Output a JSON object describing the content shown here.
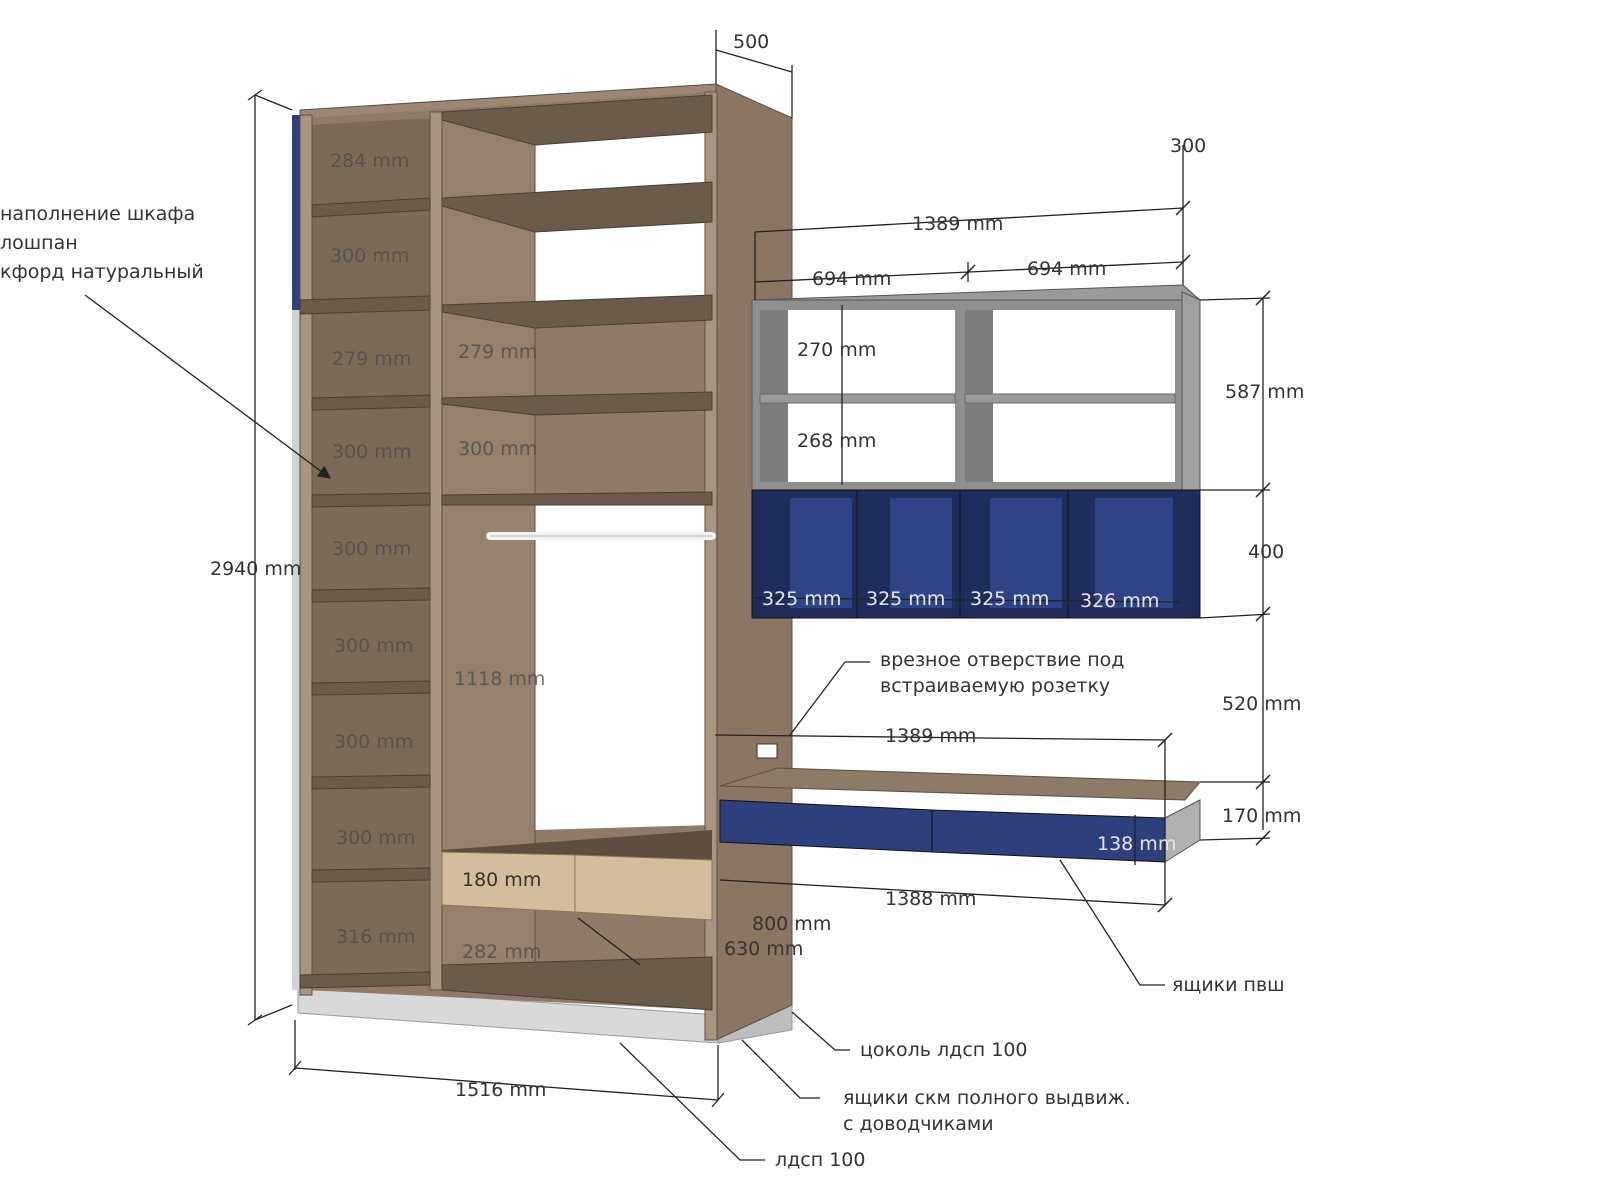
{
  "notes": {
    "fill_lines": [
      "наполнение шкафа",
      "лошпан",
      "кфорд натуральный"
    ],
    "socket_lines": [
      "врезное отверствие под",
      "встраиваемую розетку"
    ],
    "drawers_pvsh": "ящики пвш",
    "plinth": "цоколь лдсп 100",
    "drawers_skm_lines": [
      "ящики скм полного выдвиж.",
      "с доводчиками"
    ],
    "ldsp": "лдсп 100"
  },
  "dims": {
    "depth_top": "500",
    "depth_shelf": "300",
    "height_total": "2940 mm",
    "width_total": "1516 mm",
    "shelf_width": "1389 mm",
    "shelf_half_left": "694 mm",
    "shelf_half_right": "694 mm",
    "shelf_h_top": "270 mm",
    "shelf_h_bottom": "268 mm",
    "shelf_block_h": "587 mm",
    "blue_block_h": "400",
    "blue_w1": "325 mm",
    "blue_w2": "325 mm",
    "blue_w3": "325 mm",
    "blue_w4": "326 mm",
    "gap_h": "520 mm",
    "desk_top_w": "1389 mm",
    "desk_h": "170 mm",
    "drawer_h": "138 mm",
    "desk_bottom_w": "1388 mm",
    "desk_height_from_floor": "800 mm",
    "cabinet_depth_lower": "630 mm",
    "left_col": [
      "284 mm",
      "300 mm",
      "279 mm",
      "300 mm",
      "300 mm",
      "300 mm",
      "300 mm",
      "300 mm",
      "316 mm"
    ],
    "mid_col": [
      "279 mm",
      "300 mm",
      "1118 mm",
      "180 mm",
      "282 mm"
    ]
  },
  "colors": {
    "wood": "#8d7a67",
    "wood_dark": "#6f5f50",
    "navy": "#2d3f7c",
    "navy_dark": "#1f2d5c",
    "gray": "#8f8f8f",
    "light_wood": "#c9b394"
  }
}
